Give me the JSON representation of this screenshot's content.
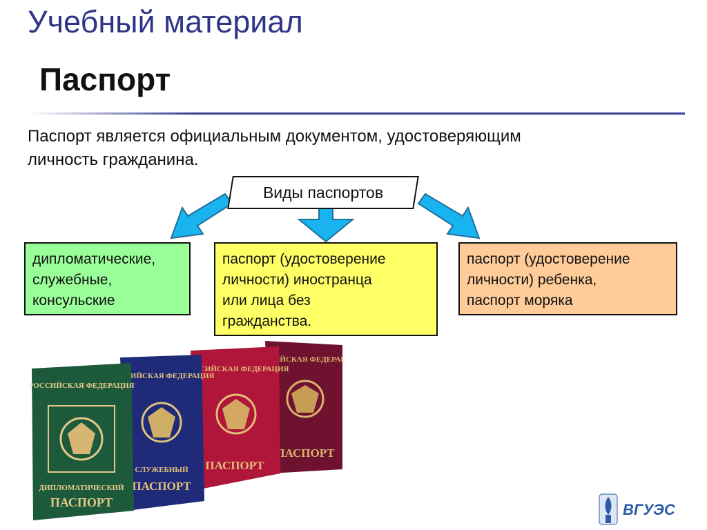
{
  "header": {
    "title": "Учебный материал"
  },
  "slide": {
    "title": "Паспорт",
    "intro_lines": [
      "Паспорт является официальным документом, удостоверяющим",
      "личность гражданина."
    ]
  },
  "diagram": {
    "root_label": "Виды паспортов",
    "categories": [
      {
        "lines": [
          "дипломатические,",
          "служебные,",
          "консульские"
        ],
        "color": "#99ff99"
      },
      {
        "lines": [
          "паспорт (удостоверение",
          "личности) иностранца",
          "или лица без",
          "гражданства."
        ],
        "color": "#ffff66"
      },
      {
        "lines": [
          "паспорт (удостоверение",
          "личности) ребенка,",
          "паспорт моряка"
        ],
        "color": "#ffcc99"
      }
    ],
    "arrow_color": "#19b3ef"
  },
  "passports": {
    "covers": [
      {
        "country": "РОССИЙСКАЯ ФЕДЕРАЦИЯ",
        "kind": "ДИПЛОМАТИЧЕСКИЙ",
        "label": "ПАСПОРТ",
        "color": "#1d5a3c"
      },
      {
        "country": "РОССИЙСКАЯ ФЕДЕРАЦИЯ",
        "kind": "СЛУЖЕБНЫЙ",
        "label": "ПАСПОРТ",
        "color": "#1f2a78"
      },
      {
        "country": "РОССИЙСКАЯ ФЕДЕРАЦИЯ",
        "kind": "",
        "label": "ПАСПОРТ",
        "color": "#b0163a"
      },
      {
        "country": "РОССИЙСКАЯ ФЕДЕРАЦИЯ",
        "kind": "",
        "label": "ПАСПОРТ",
        "color": "#6e1230"
      }
    ]
  },
  "logo": {
    "text": "ВГУЭС"
  }
}
